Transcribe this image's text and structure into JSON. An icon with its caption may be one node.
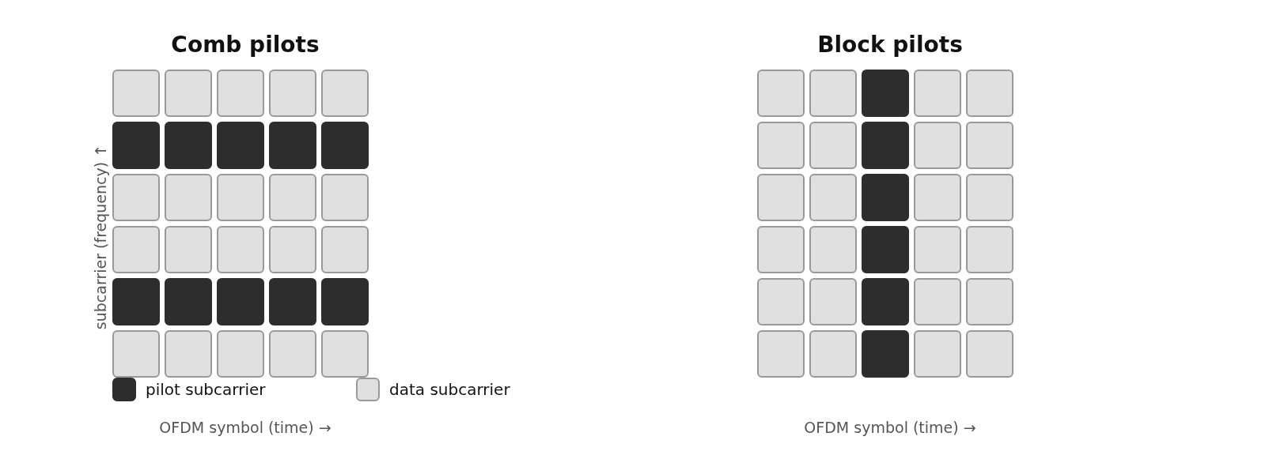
{
  "diagram": {
    "nodes": [
      {
        "text": [
          "Comb pilots"
        ],
        "beside": [
          "OFDM symbol (time) →"
        ]
      },
      {
        "text": [],
        "shape": "box",
        "in": 0
      },
      {
        "text": [],
        "shape": "box",
        "in": 0
      },
      {
        "text": [],
        "shape": "box",
        "in": 0
      },
      {
        "text": [],
        "shape": "box",
        "in": 0
      },
      {
        "text": [],
        "shape": "box",
        "in": 0
      },
      {
        "text": [],
        "shape": "box",
        "in": 0
      },
      {
        "text": [],
        "shape": "box",
        "in": 0
      },
      {
        "text": [],
        "shape": "box",
        "in": 0
      },
      {
        "text": [],
        "shape": "box",
        "in": 0
      },
      {
        "text": [],
        "shape": "box",
        "in": 0
      },
      {
        "text": [],
        "shape": "box",
        "in": 0
      },
      {
        "text": [],
        "shape": "box",
        "in": 0
      },
      {
        "text": [],
        "shape": "box",
        "in": 0
      },
      {
        "text": [],
        "shape": "box",
        "in": 0
      },
      {
        "text": [],
        "shape": "box",
        "in": 0
      },
      {
        "text": [],
        "shape": "box",
        "in": 0
      },
      {
        "text": [],
        "shape": "box",
        "in": 0
      },
      {
        "text": [],
        "shape": "box",
        "in": 0
      },
      {
        "text": [],
        "shape": "box",
        "in": 0
      },
      {
        "text": [],
        "shape": "box",
        "in": 0
      },
      {
        "text": [],
        "shape": "box",
        "in": 0
      },
      {
        "text": [],
        "shape": "box",
        "in": 0
      },
      {
        "text": [],
        "shape": "box",
        "in": 0
      },
      {
        "text": [],
        "shape": "box",
        "in": 0
      },
      {
        "text": [],
        "shape": "box",
        "in": 0
      },
      {
        "text": [],
        "shape": "box",
        "in": 0
      },
      {
        "text": [],
        "shape": "box",
        "in": 0
      },
      {
        "text": [],
        "shape": "box",
        "in": 0
      },
      {
        "text": [],
        "shape": "box",
        "in": 0
      },
      {
        "text": [],
        "shape": "box",
        "in": 0
      },
      {
        "text": [
          "Block pilots"
        ],
        "beside": [
          "OFDM symbol (time) →"
        ]
      },
      {
        "text": [],
        "shape": "box",
        "in": 31
      },
      {
        "text": [],
        "shape": "box",
        "in": 31
      },
      {
        "text": [],
        "shape": "box",
        "in": 31
      },
      {
        "text": [],
        "shape": "box",
        "in": 31
      },
      {
        "text": [],
        "shape": "box",
        "in": 31
      },
      {
        "text": [],
        "shape": "box",
        "in": 31
      },
      {
        "text": [],
        "shape": "box",
        "in": 31
      },
      {
        "text": [],
        "shape": "box",
        "in": 31
      },
      {
        "text": [],
        "shape": "box",
        "in": 31
      },
      {
        "text": [],
        "shape": "box",
        "in": 31
      },
      {
        "text": [],
        "shape": "box",
        "in": 31
      },
      {
        "text": [],
        "shape": "box",
        "in": 31
      },
      {
        "text": [],
        "shape": "box",
        "in": 31
      },
      {
        "text": [],
        "shape": "box",
        "in": 31
      },
      {
        "text": [],
        "shape": "box",
        "in": 31
      },
      {
        "text": [],
        "shape": "box",
        "in": 31
      },
      {
        "text": [],
        "shape": "box",
        "in": 31
      },
      {
        "text": [],
        "shape": "box",
        "in": 31
      },
      {
        "text": [],
        "shape": "box",
        "in": 31
      },
      {
        "text": [],
        "shape": "box",
        "in": 31
      },
      {
        "text": [],
        "shape": "box",
        "in": 31
      },
      {
        "text": [],
        "shape": "box",
        "in": 31
      },
      {
        "text": [],
        "shape": "box",
        "in": 31
      },
      {
        "text": [],
        "shape": "box",
        "in": 31
      },
      {
        "text": [],
        "shape": "box",
        "in": 31
      },
      {
        "text": [],
        "shape": "box",
        "in": 31
      },
      {
        "text": [],
        "shape": "box",
        "in": 31
      },
      {
        "text": [],
        "shape": "box",
        "in": 31
      },
      {
        "text": [],
        "shape": "box",
        "in": 31
      },
      {
        "text": [],
        "shape": "box",
        "in": 31
      }
    ],
    "edges": [],
    "labels": [
      "subcarrier (frequency) ↑"
    ],
    "legend": [
      {
        "text": "pilot subcarrier",
        "color": "#2d2d2d"
      },
      {
        "text": "data subcarrier",
        "color": "#e0e0e0"
      }
    ]
  }
}
